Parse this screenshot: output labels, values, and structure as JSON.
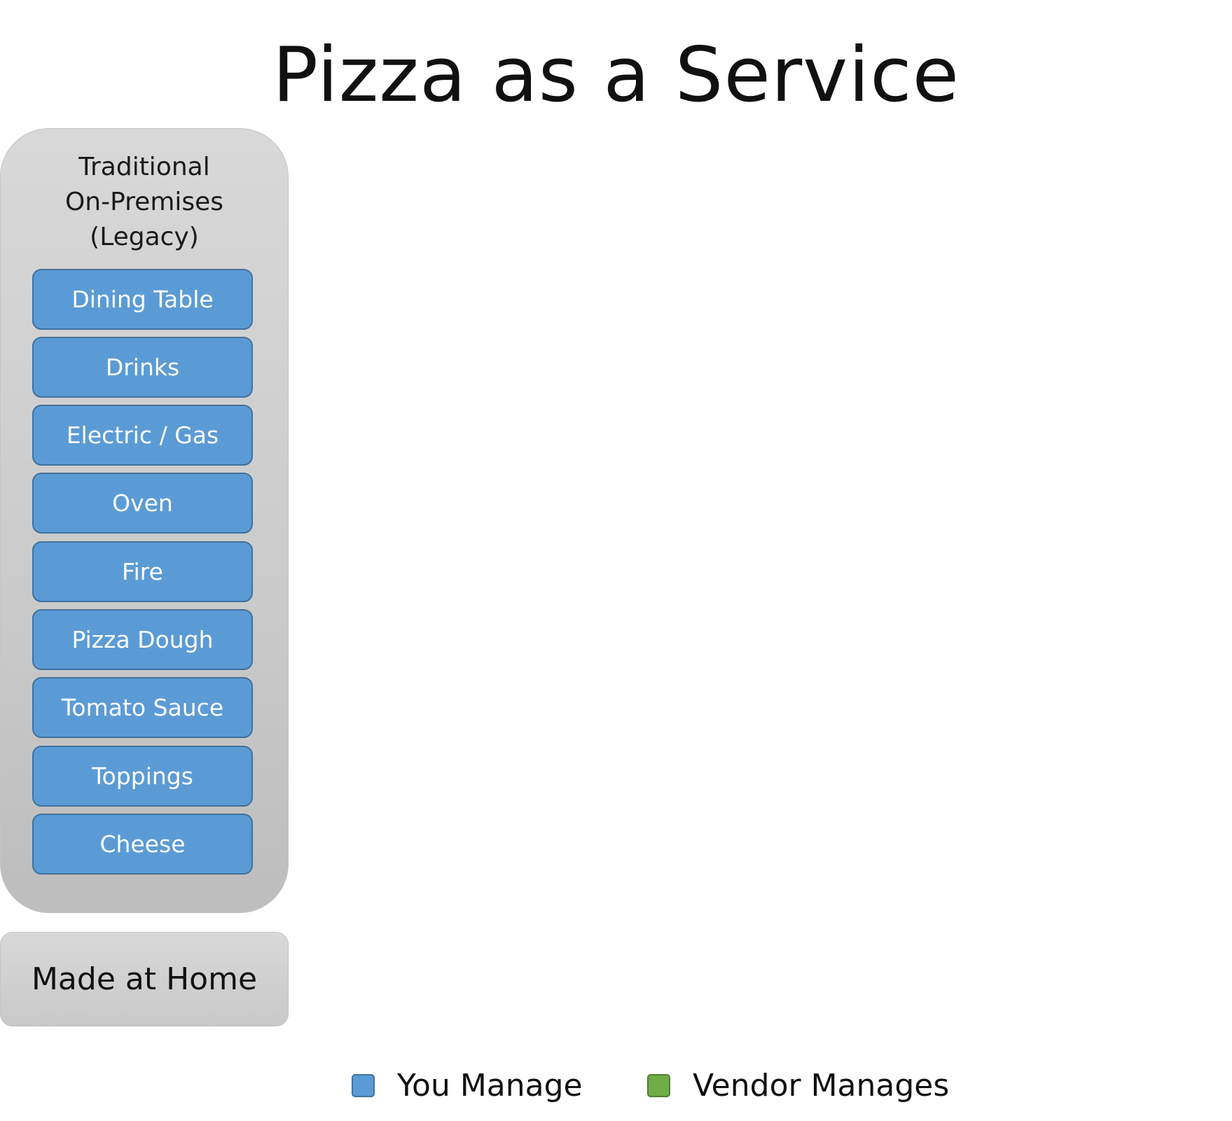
{
  "title": "Pizza as a Service",
  "column": {
    "header": [
      "Traditional",
      "On-Premises",
      "(Legacy)"
    ],
    "items": [
      {
        "label": "Dining Table",
        "managed_by": "you"
      },
      {
        "label": "Drinks",
        "managed_by": "you"
      },
      {
        "label": "Electric / Gas",
        "managed_by": "you"
      },
      {
        "label": "Oven",
        "managed_by": "you"
      },
      {
        "label": "Fire",
        "managed_by": "you"
      },
      {
        "label": "Pizza Dough",
        "managed_by": "you"
      },
      {
        "label": "Tomato Sauce",
        "managed_by": "you"
      },
      {
        "label": "Toppings",
        "managed_by": "you"
      },
      {
        "label": "Cheese",
        "managed_by": "you"
      }
    ],
    "footer": "Made at Home"
  },
  "legend": [
    {
      "label": "You Manage",
      "color": "#5b9bd5",
      "border": "#41719c"
    },
    {
      "label": "Vendor Manages",
      "color": "#70ad47",
      "border": "#507e32"
    }
  ]
}
